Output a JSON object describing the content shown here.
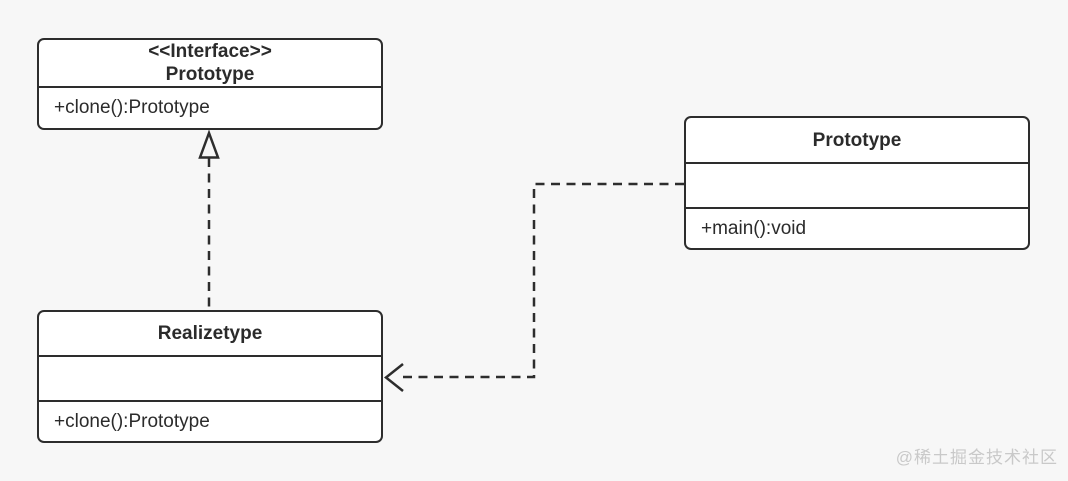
{
  "diagram": {
    "type": "uml-class-diagram",
    "boxes": {
      "interface": {
        "stereotype": "<<Interface>>",
        "name": "Prototype",
        "methods": [
          "+clone():Prototype"
        ]
      },
      "realize": {
        "name": "Realizetype",
        "attributes": [],
        "methods": [
          "+clone():Prototype"
        ]
      },
      "client": {
        "name": "Prototype",
        "attributes": [],
        "methods": [
          "+main():void"
        ]
      }
    },
    "relations": [
      {
        "type": "realization",
        "from": "realize",
        "to": "interface",
        "line": "dashed",
        "head": "hollow-triangle"
      },
      {
        "type": "dependency",
        "from": "client",
        "to": "realize",
        "line": "dashed",
        "head": "open-arrow"
      }
    ],
    "colors": {
      "background": "#f7f7f7",
      "box_fill": "#ffffff",
      "stroke": "#2d2d2d",
      "text": "#2b2b2b",
      "watermark": "#c9c9c9"
    }
  },
  "watermark": {
    "text": "@稀土掘金技术社区"
  }
}
